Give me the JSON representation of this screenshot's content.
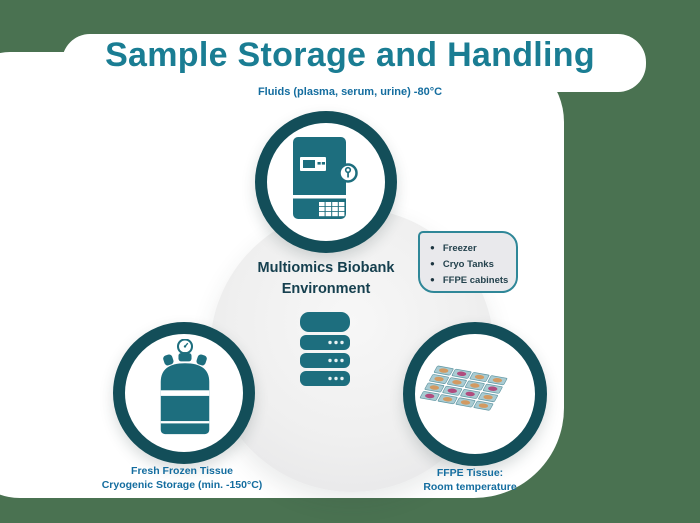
{
  "title": "Sample Storage and Handling",
  "center_circle": {
    "line1": "Multiomics Biobank",
    "line2": "Environment"
  },
  "nodes": {
    "fluids": {
      "caption": "Fluids (plasma, serum, urine) -80°C",
      "icon": "freezer-icon"
    },
    "fresh_frozen": {
      "caption_line1": "Fresh Frozen Tissue",
      "caption_line2": "Cryogenic Storage (min. -150°C)",
      "icon": "cryo-tank-icon"
    },
    "ffpe": {
      "caption_line1": "FFPE Tissue:",
      "caption_line2": "Room temperature",
      "icon": "ffpe-slides-icon"
    }
  },
  "legend": {
    "bullet_glyph": "●",
    "items": [
      "Freezer",
      "Cryo Tanks",
      "FFPE cabinets"
    ]
  },
  "colors": {
    "background_green": "#4a7251",
    "backdrop_white": "#ffffff",
    "ring_teal_dark": "#134e59",
    "icon_teal": "#1d6e7e",
    "title_teal": "#1a7d93",
    "caption_blue": "#146d9f",
    "center_text": "#16404f",
    "legend_bg": "#e9e9ec",
    "legend_border": "#2f8798",
    "slide_fill": "#a9cbd2",
    "sample_orange": "#d29a62",
    "sample_pink": "#b04c7e"
  }
}
